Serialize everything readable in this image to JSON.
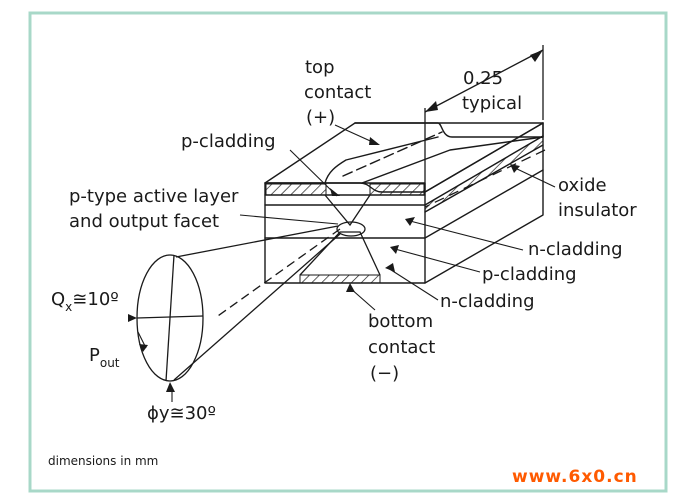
{
  "labels": {
    "top_contact": "top",
    "top_contact_2": "contact",
    "top_contact_sign": "(+)",
    "dimension_value": "0.25",
    "dimension_typical": "typical",
    "p_cladding_top": "p-cladding",
    "active_layer_1": "p-type active layer",
    "active_layer_2": "and output facet",
    "oxide_1": "oxide",
    "oxide_2": "insulator",
    "n_cladding_right": "n-cladding",
    "p_cladding_right": "p-cladding",
    "n_cladding_bottom": "n-cladding",
    "bottom_contact_1": "bottom",
    "bottom_contact_2": "contact",
    "bottom_contact_sign": "(−)",
    "theta_x_main": "Q",
    "theta_x_sub": "x",
    "theta_x_value": "≅10º",
    "p_out_main": "P",
    "p_out_sub": "out",
    "theta_y": "ɸy≅30º",
    "units_note": "dimensions in mm"
  },
  "watermark": "www.6x0.cn",
  "colors": {
    "border": "#a8d8c8",
    "line": "#1a1a1a",
    "watermark": "#ff5a00"
  }
}
